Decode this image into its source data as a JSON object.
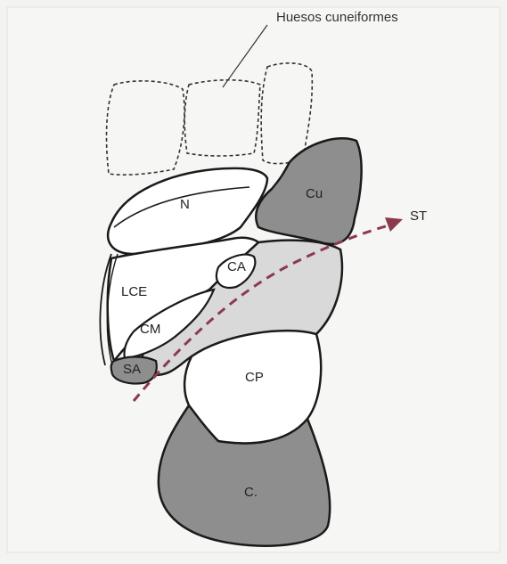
{
  "diagram": {
    "callout_label": "Huesos cuneiformes",
    "labels": {
      "navicular": "N",
      "cuboid": "Cu",
      "subtalar_axis": "ST",
      "calcaneal_anterior": "CA",
      "lce": "LCE",
      "calcaneal_middle": "CM",
      "sustentaculum": "SA",
      "calcaneal_posterior": "CP",
      "calcaneus": "C."
    },
    "colors": {
      "bone_shaded": "#8e8e8e",
      "bone_light": "#d9d9d9",
      "bone_white": "#ffffff",
      "outline": "#1a1a1a",
      "axis_arrow": "#8b3a4e",
      "background": "#f3f3f1"
    }
  }
}
